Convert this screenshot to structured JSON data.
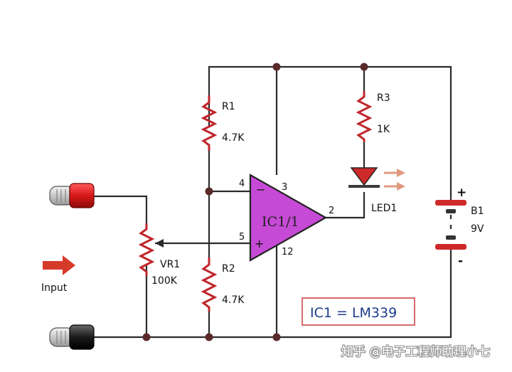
{
  "labels": {
    "r1_name": "R1",
    "r1_value": "4.7K",
    "r2_name": "R2",
    "r2_value": "4.7K",
    "r3_name": "R3",
    "r3_value": "1K",
    "vr1_name": "VR1",
    "vr1_value": "100K",
    "ic_name": "IC1/1",
    "led_name": "LED1",
    "battery_name": "B1",
    "battery_value": "9V",
    "input": "Input",
    "pin4": "4",
    "pin3": "3",
    "pin5": "5",
    "pin12": "12",
    "pin2": "2",
    "plus": "+",
    "minus": "-",
    "opamp_minus": "−",
    "opamp_plus": "+"
  },
  "note_box": "IC1 = LM339",
  "watermark": "知乎 @电子工程师助理小七",
  "colors": {
    "wire": "#2b2b2b",
    "resistor": "#c0262c",
    "comparator_fill": "#c74ad6",
    "led_red": "#cf2a2a",
    "battery_red": "#cf2a2a",
    "arrow_red": "#d63a2a",
    "note_border": "#c93a3a",
    "note_text": "#1c3c8c"
  },
  "icons": [
    "input-probe-red-icon",
    "ground-probe-black-icon",
    "input-arrow-icon",
    "led-symbol-icon",
    "battery-symbol-icon"
  ]
}
